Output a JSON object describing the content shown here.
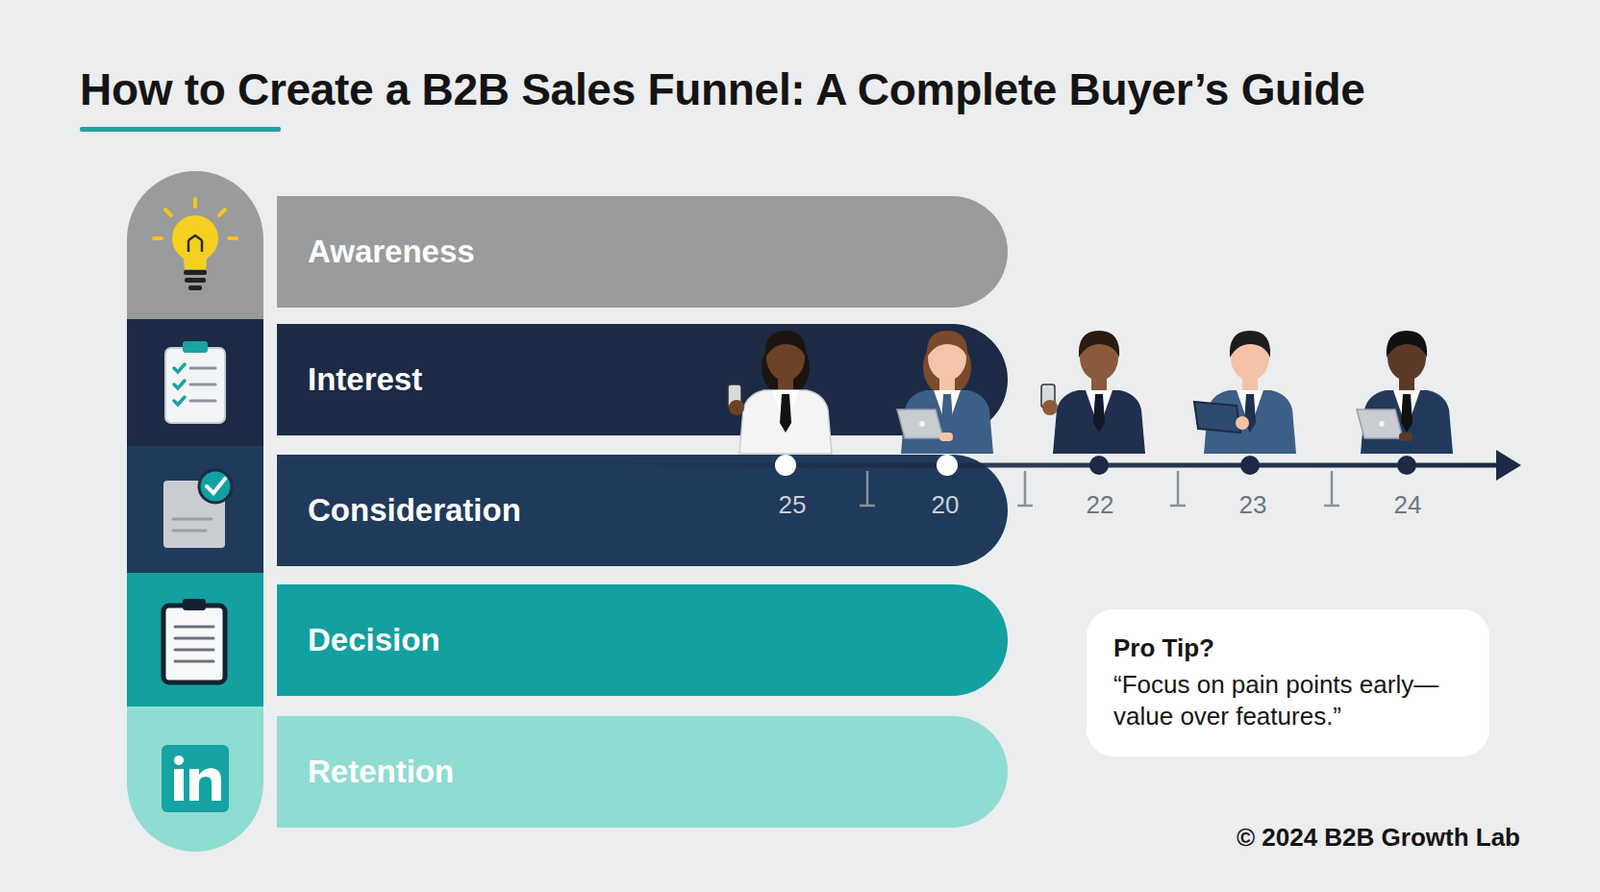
{
  "diagram": {
    "title": "How to Create a B2B Sales Funnel: A Complete Buyer’s Guide",
    "nodes": [
      {
        "text": [
          "Awareness"
        ]
      },
      {
        "text": [
          "Interest"
        ]
      },
      {
        "text": [
          "Consideration"
        ]
      },
      {
        "text": [
          "Decision"
        ]
      },
      {
        "text": [
          "Retention"
        ]
      },
      {
        "text": [
          "Pro Tip?",
          "“Focus on pain points early—value over features.”"
        ]
      }
    ],
    "labels": [
      "25",
      "20",
      "22",
      "23",
      "24",
      "© 2024 B2B Growth Lab"
    ]
  }
}
